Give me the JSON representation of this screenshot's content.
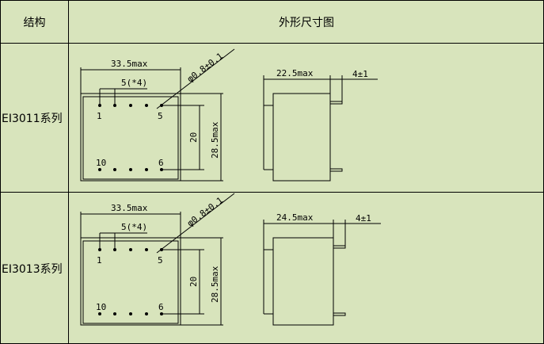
{
  "header": {
    "structure": "结构",
    "dimension_drawing": "外形尺寸图"
  },
  "rows": [
    {
      "model": "EI3011系列",
      "width": "33.5max",
      "pitch": "5(*4)",
      "pin_diameter": "φ0.8±0.1",
      "pin_span": "20",
      "height": "28.5max",
      "depth": "22.5max",
      "pin_length": "4±1",
      "pins": {
        "first": "1",
        "fifth": "5",
        "tenth": "10",
        "sixth": "6"
      }
    },
    {
      "model": "EI3013系列",
      "width": "33.5max",
      "pitch": "5(*4)",
      "pin_diameter": "φ0.8±0.1",
      "pin_span": "20",
      "height": "28.5max",
      "depth": "24.5max",
      "pin_length": "4±1",
      "pins": {
        "first": "1",
        "fifth": "5",
        "tenth": "10",
        "sixth": "6"
      }
    }
  ]
}
